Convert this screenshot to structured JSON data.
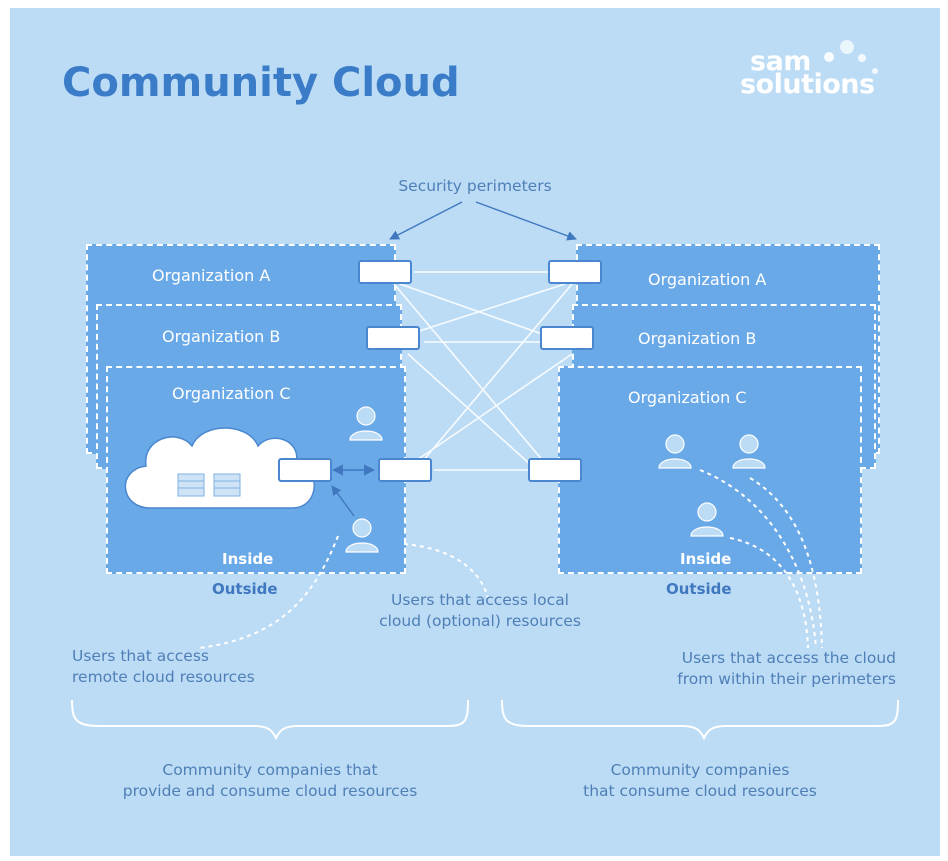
{
  "title": "Community Cloud",
  "logo": {
    "line1": "sam",
    "line2": "solutions"
  },
  "security_label": "Security perimeters",
  "left_orgs": {
    "a": "Organization A",
    "b": "Organization B",
    "c": "Organization C",
    "inside": "Inside",
    "outside": "Outside"
  },
  "right_orgs": {
    "a": "Organization A",
    "b": "Organization B",
    "c": "Organization C",
    "inside": "Inside",
    "outside": "Outside"
  },
  "callouts": {
    "local_line1": "Users that access local",
    "local_line2": "cloud (optional) resources",
    "remote_line1": "Users that access",
    "remote_line2": "remote cloud resources",
    "within_line1": "Users that access the cloud",
    "within_line2": "from within their perimeters"
  },
  "groups": {
    "left_line1": "Community companies that",
    "left_line2": "provide and consume cloud resources",
    "right_line1": "Community companies",
    "right_line2": "that consume cloud resources"
  },
  "colors": {
    "background": "#bcdcf6",
    "org_fill": "#6aa9e8",
    "title": "#3a7cc8",
    "text": "#4f7fb6",
    "white": "#ffffff"
  },
  "icons": [
    "user-icon",
    "cloud-icon",
    "server-icon",
    "arrow-icon"
  ]
}
